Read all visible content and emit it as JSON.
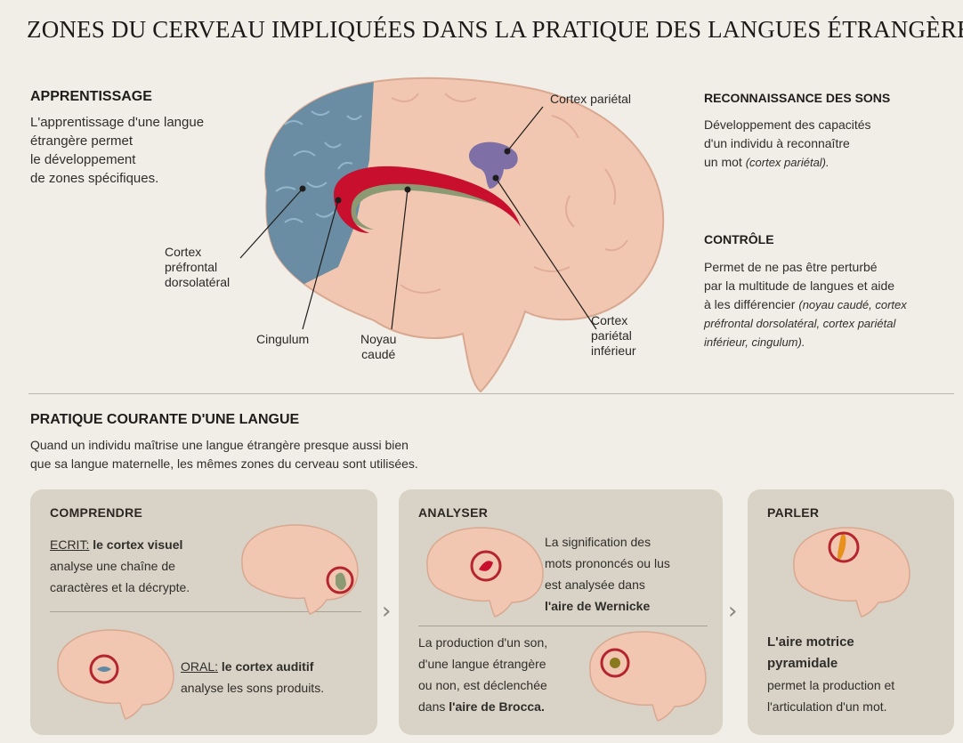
{
  "title": "ZONES DU CERVEAU IMPLIQUÉES DANS LA PRATIQUE DES LANGUES ÉTRANGÈRES",
  "apprentissage": {
    "heading": "APPRENTISSAGE",
    "lines": [
      "L'apprentissage d'une langue",
      "étrangère permet",
      "le développement",
      "de zones spécifiques."
    ]
  },
  "brain_labels": {
    "cortex_parietal": "Cortex pariétal",
    "prefrontal": [
      "Cortex",
      "préfrontal",
      "dorsolatéral"
    ],
    "cingulum": "Cingulum",
    "noyau": [
      "Noyau",
      "caudé"
    ],
    "parietal_inf": [
      "Cortex",
      "pariétal",
      "inférieur"
    ]
  },
  "reconnaissance": {
    "heading": "RECONNAISSANCE DES SONS",
    "lines": [
      "Développement des capacités",
      "d'un individu à reconnaître"
    ],
    "line3_text": "un mot ",
    "line3_italic": "(cortex pariétal)."
  },
  "controle": {
    "heading": "CONTRÔLE",
    "lines": [
      "Permet de ne pas être perturbé",
      "par la multitude de langues et aide"
    ],
    "line3_text": "à les différencier ",
    "line3_italic": "(noyau caudé, cortex",
    "italic_lines": [
      "préfrontal dorsolatéral, cortex pariétal",
      "inférieur, cingulum)."
    ]
  },
  "pratique": {
    "heading": "PRATIQUE COURANTE D'UNE LANGUE",
    "lines": [
      "Quand un individu maîtrise une langue étrangère presque aussi bien",
      "que sa langue maternelle, les mêmes zones du cerveau sont utilisées."
    ]
  },
  "comprendre": {
    "title": "COMPRENDRE",
    "ecrit_label": "ECRIT:",
    "ecrit_bold": " le cortex visuel",
    "ecrit_lines": [
      "analyse une chaîne de",
      "caractères et la décrypte."
    ],
    "oral_label": "ORAL:",
    "oral_bold": " le cortex auditif",
    "oral_line": "analyse les sons produits."
  },
  "analyser": {
    "title": "ANALYSER",
    "lines": [
      "La signification des",
      "mots prononcés ou lus",
      "est analysée dans"
    ],
    "wernicke": "l'aire de Wernicke",
    "brocca_lines": [
      "La production d'un son,",
      "d'une langue étrangère",
      "ou non, est déclenchée"
    ],
    "brocca_prefix": "dans ",
    "brocca_bold": "l'aire de Brocca."
  },
  "parler": {
    "title": "PARLER",
    "bold_lines": [
      "L'aire motrice",
      "pyramidale"
    ],
    "lines": [
      "permet la production et",
      "l'articulation d'un mot."
    ]
  },
  "chevron": "›",
  "colors": {
    "brain": "#f1c7b2",
    "prefrontal": "#5e88a3",
    "cingulum": "#c8102e",
    "noyau": "#8c9a73",
    "parietal": "#7e6fa7",
    "panel": "#d8d3c6",
    "ring": "#b5252e"
  }
}
